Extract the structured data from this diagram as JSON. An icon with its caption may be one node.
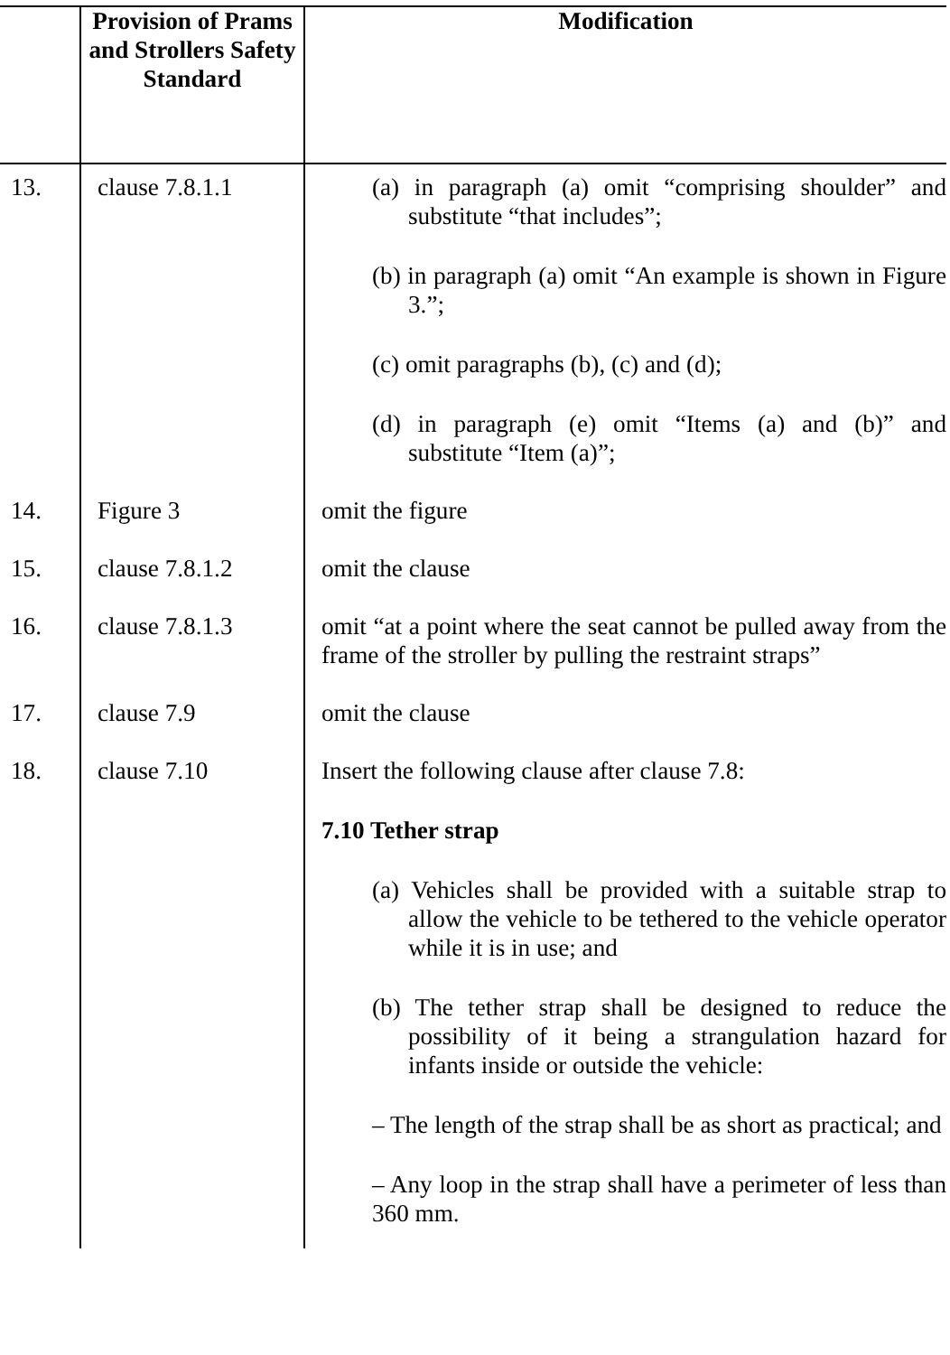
{
  "diagram": {
    "labels": [
      "Provision of Prams and Strollers Safety Standard",
      "Modification",
      "13.",
      "clause 7.8.1.1",
      "(a) in paragraph (a) omit “comprising shoulder” and substitute “that includes”;",
      "(b) in paragraph (a) omit “An example is shown in Figure 3.”;",
      "(c) omit paragraphs (b), (c) and (d);",
      "(d) in paragraph (e) omit “Items (a) and (b)” and substitute “Item (a)”;",
      "14.",
      "Figure 3",
      "omit the figure",
      "15.",
      "clause 7.8.1.2",
      "omit the clause",
      "16.",
      "clause 7.8.1.3",
      "omit “at a point where the seat cannot be pulled away from the frame of the stroller by pulling the restraint straps”",
      "17.",
      "clause 7.9",
      "omit the clause",
      "18.",
      "clause 7.10",
      "Insert the following clause after clause 7.8:",
      "7.10 Tether strap",
      "(a) Vehicles shall be provided with a suitable strap to allow the vehicle to be tethered to the vehicle operator while it is in use; and",
      "(b) The tether strap shall be designed to reduce the possibility of it being a strangulation hazard for infants inside or outside the vehicle:",
      "– The length of the strap shall be as short as practical; and",
      "– Any loop in the strap shall have a perimeter of less than 360 mm."
    ]
  }
}
